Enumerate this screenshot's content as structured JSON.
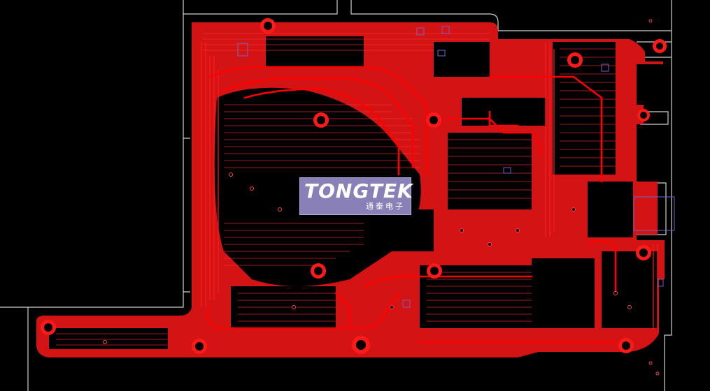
{
  "view": {
    "type": "pcb-layout",
    "background_color": "#000000",
    "copper_color": "#ff1a1a",
    "trace_color": "#ff0000",
    "outline_color": "#cfcfcf",
    "silkscreen_color": "#6f62c9"
  },
  "logo": {
    "brand": "TONGTEK",
    "subtitle": "通泰电子",
    "background_color": "#8a80b8",
    "text_color": "#ffffff"
  }
}
